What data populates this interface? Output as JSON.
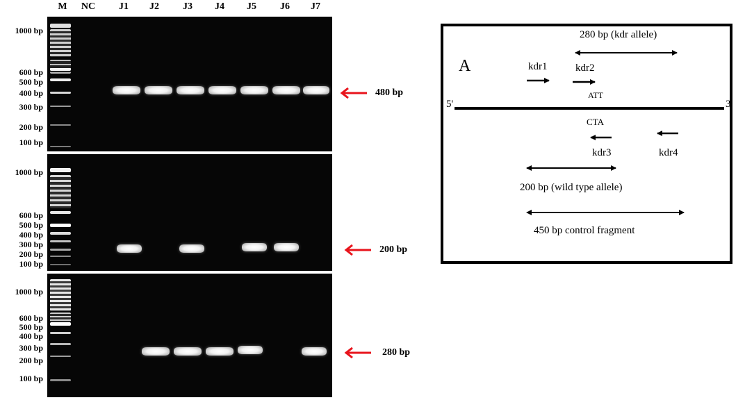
{
  "lanes": [
    "M",
    "NC",
    "J1",
    "J2",
    "J3",
    "J4",
    "J5",
    "J6",
    "J7"
  ],
  "panel1": {
    "ladder_labels": [
      "1000 bp",
      "600 bp",
      "500 bp",
      "400 bp",
      "300 bp",
      "200 bp",
      "100 bp"
    ],
    "size_label": "480 bp",
    "bands_in": [
      "J1",
      "J2",
      "J3",
      "J4",
      "J5",
      "J6",
      "J7"
    ]
  },
  "panel2": {
    "ladder_labels": [
      "1000 bp",
      "600 bp",
      "500 bp",
      "400 bp",
      "300 bp",
      "200 bp",
      "100 bp"
    ],
    "size_label": "200 bp",
    "bands_in": [
      "J1",
      "J3",
      "J5",
      "J6"
    ]
  },
  "panel3": {
    "ladder_labels": [
      "1000 bp",
      "600 bp",
      "500 bp",
      "400 bp",
      "300 bp",
      "200 bp",
      "100 bp"
    ],
    "size_label": "280 bp",
    "bands_in": [
      "J2",
      "J3",
      "J4",
      "J5",
      "J7"
    ]
  },
  "arrow_color": "#e8141c",
  "diagram": {
    "panel_letter": "A",
    "kdr_allele": "280 bp (kdr allele)",
    "primer1": "kdr1",
    "primer2": "kdr2",
    "primer3": "kdr3",
    "primer4": "kdr4",
    "seq_top": "ATT",
    "seq_bottom": "CTA",
    "end5": "5'",
    "end3": "3'",
    "wild_type": "200 bp (wild type allele)",
    "control": "450 bp control fragment"
  }
}
